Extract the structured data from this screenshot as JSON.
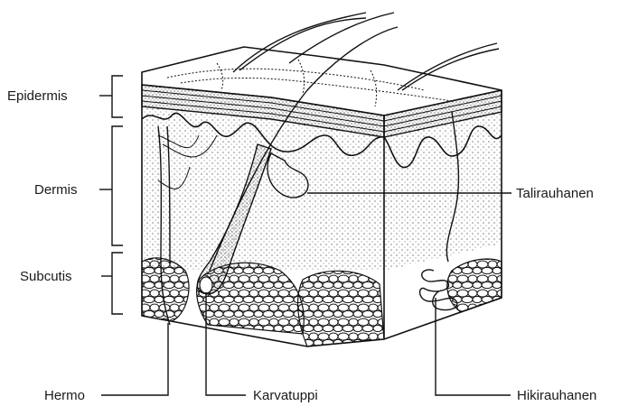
{
  "labels": {
    "epidermis": "Epidermis",
    "dermis": "Dermis",
    "subcutis": "Subcutis",
    "talirauhanen": "Talirauhanen",
    "hermo": "Hermo",
    "karvatuppi": "Karvatuppi",
    "hikirauhanen": "Hikirauhanen"
  }
}
